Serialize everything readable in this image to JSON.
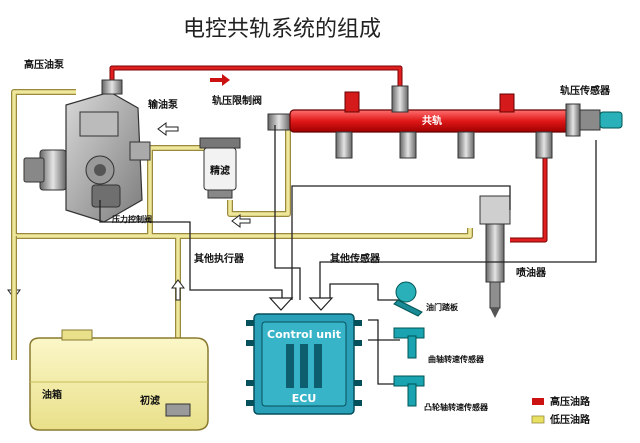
{
  "title": "电控共轨系统的组成",
  "labels": {
    "high_pressure_pump": "高压油泵",
    "feed_pump": "输油泵",
    "rail_pressure_limiter": "轨压限制阀",
    "common_rail": "共轨",
    "rail_pressure_sensor": "轨压传感器",
    "fine_filter": "精滤",
    "pressure_control_valve": "压力控制阀",
    "other_actuators": "其他执行器",
    "other_sensors": "其他传感器",
    "injector": "喷油器",
    "accelerator_pedal": "油门踏板",
    "crank_speed_sensor": "曲轴转速传感器",
    "cam_speed_sensor": "凸轮轴转速传感器",
    "fuel_tank": "油箱",
    "pre_filter": "初滤",
    "control_unit": "Control unit",
    "ecu": "ECU"
  },
  "legend": {
    "high_pressure": "高压油路",
    "low_pressure": "低压油路"
  },
  "colors": {
    "high_pressure_line": "#cc1111",
    "low_pressure_line": "#e8e060",
    "rail": "#e02020",
    "ecu_fill": "#2aa0b8",
    "sensor_fill": "#1aa3b0"
  }
}
